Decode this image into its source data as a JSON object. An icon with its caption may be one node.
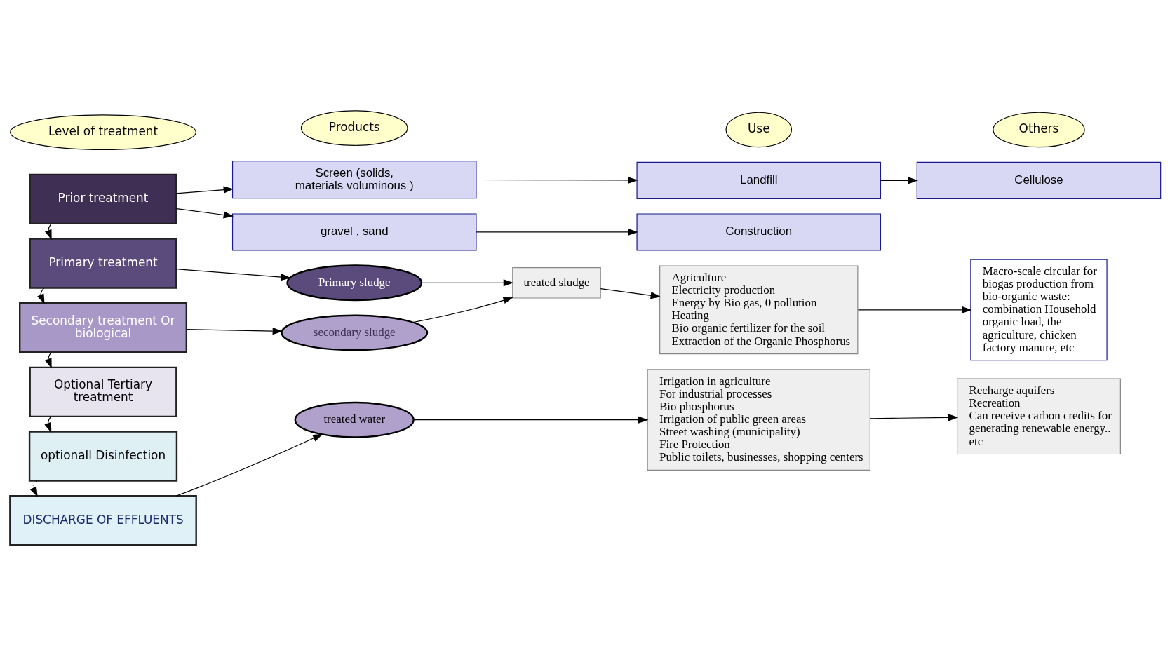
{
  "diagram": {
    "nodes": [
      {
        "text": [
          "Level of treatment"
        ]
      },
      {
        "text": [
          "Products"
        ]
      },
      {
        "text": [
          "Use"
        ]
      },
      {
        "text": [
          "Others"
        ]
      },
      {
        "text": [
          "Prior treatment"
        ]
      },
      {
        "text": [
          "Primary treatment"
        ]
      },
      {
        "text": [
          "Secondary treatment Or biological"
        ]
      },
      {
        "text": [
          "Optional Tertiary treatment"
        ]
      },
      {
        "text": [
          "optionall Disinfection"
        ]
      },
      {
        "text": [
          "DISCHARGE OF EFFLUENTS"
        ]
      },
      {
        "text": [
          "Screen (solids, materials voluminous )"
        ]
      },
      {
        "text": [
          "gravel , sand"
        ]
      },
      {
        "text": [
          "Landfill"
        ]
      },
      {
        "text": [
          "Construction"
        ]
      },
      {
        "text": [
          "Cellulose"
        ]
      },
      {
        "text": [
          "Primary sludge"
        ]
      },
      {
        "text": [
          "secondary sludge"
        ]
      },
      {
        "text": [
          "treated sludge"
        ]
      },
      {
        "text": [
          "Agriculture",
          "Electricity production",
          "Energy by Bio gas, 0 pollution",
          "Heating",
          "Bio organic fertilizer for the soil",
          "Extraction of the Organic Phosphorus"
        ]
      },
      {
        "text": [
          "Macro-scale circular for biogas production from bio-organic waste: combination Household organic load, the agriculture, chicken factory manure, etc"
        ]
      },
      {
        "text": [
          "treated water"
        ]
      },
      {
        "text": [
          "Irrigation in agriculture",
          "For industrial processes",
          "Bio phosphorus",
          "Irrigation of public green areas",
          "Street washing (municipality)",
          "Fire Protection",
          "Public toilets, businesses, shopping centers"
        ]
      },
      {
        "text": [
          "Recharge aquifers",
          "Recreation",
          "Can receive carbon credits for generating renewable energy..",
          "etc"
        ]
      }
    ],
    "edges": [
      {
        "from": 4,
        "to": 10,
        "arrow": "to"
      },
      {
        "from": 4,
        "to": 11,
        "arrow": "to"
      },
      {
        "from": 10,
        "to": 12,
        "arrow": "to"
      },
      {
        "from": 11,
        "to": 13,
        "arrow": "to"
      },
      {
        "from": 12,
        "to": 14,
        "arrow": "to"
      },
      {
        "from": 4,
        "to": 5,
        "arrow": "to"
      },
      {
        "from": 5,
        "to": 6,
        "arrow": "to"
      },
      {
        "from": 6,
        "to": 7,
        "arrow": "to"
      },
      {
        "from": 7,
        "to": 8,
        "arrow": "to"
      },
      {
        "from": 8,
        "to": 9,
        "arrow": "to",
        "style": "dashed"
      },
      {
        "from": 5,
        "to": 15,
        "arrow": "to"
      },
      {
        "from": 6,
        "to": 16,
        "arrow": "to"
      },
      {
        "from": 15,
        "to": 17,
        "arrow": "to"
      },
      {
        "from": 16,
        "to": 17,
        "arrow": "to"
      },
      {
        "from": 17,
        "to": 18,
        "arrow": "to"
      },
      {
        "from": 18,
        "to": 19,
        "arrow": "to"
      },
      {
        "from": 9,
        "to": 20,
        "arrow": "to"
      },
      {
        "from": 20,
        "to": 21,
        "arrow": "to"
      },
      {
        "from": 21,
        "to": 22,
        "arrow": "to"
      }
    ]
  }
}
